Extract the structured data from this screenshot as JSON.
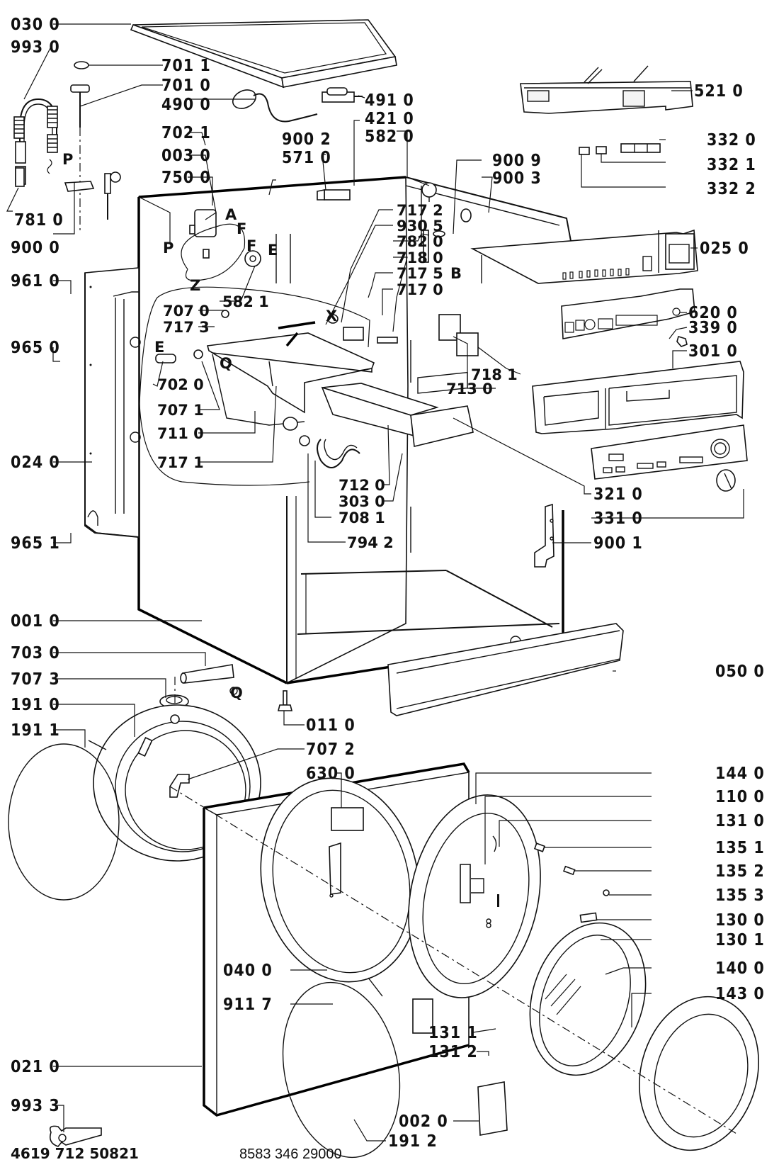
{
  "diagram": {
    "title": "Washing machine exploded parts diagram",
    "labels": {
      "l0300": "030 0",
      "l9930": "993 0",
      "l7011": "701 1",
      "l7010": "701 0",
      "l4900": "490 0",
      "l4910": "491 0",
      "l4210": "421 0",
      "l5820": "582 0",
      "l5210": "521 0",
      "l7021": "702 1",
      "l0030": "003 0",
      "l7500": "750 0",
      "l9002": "900 2",
      "l5710": "571 0",
      "l9009": "900 9",
      "l9003": "900 3",
      "l3320": "332 0",
      "l3321": "332 1",
      "l3322": "332 2",
      "l7810": "781 0",
      "l9000": "900 0",
      "l7172": "717 2",
      "l9305": "930 5",
      "l7820": "782 0",
      "l7180": "718 0",
      "l7175": "717 5",
      "l7170": "717 0",
      "l0250": "025 0",
      "l9610": "961 0",
      "l5821": "582 1",
      "l7070": "707 0",
      "l7173": "717 3",
      "l6200": "620 0",
      "l3390": "339 0",
      "l3010": "301 0",
      "l9650": "965 0",
      "l7020": "702 0",
      "l7071": "707 1",
      "l7110": "711 0",
      "l7181": "718 1",
      "l7130": "713 0",
      "l7171": "717 1",
      "l0240": "024 0",
      "l7120": "712 0",
      "l3030": "303 0",
      "l7081": "708 1",
      "l7942": "794 2",
      "l3210": "321 0",
      "l3310": "331 0",
      "l9001": "900 1",
      "l9651": "965 1",
      "l0010": "001 0",
      "l7030": "703 0",
      "l7073": "707 3",
      "l0500": "050 0",
      "l1910": "191 0",
      "l1911": "191 1",
      "l0110": "011 0",
      "l7072": "707 2",
      "l6300": "630 0",
      "l1440": "144 0",
      "l1100": "110 0",
      "l1310": "131 0",
      "l1351": "135 1",
      "l1352": "135 2",
      "l1353": "135 3",
      "l1300": "130 0",
      "l1301": "130 1",
      "l0400": "040 0",
      "l9117": "911 7",
      "l1311": "131 1",
      "l1312": "131 2",
      "l1400": "140 0",
      "l1430": "143 0",
      "l0210": "021 0",
      "l9933": "993 3",
      "l0020": "002 0",
      "l1912": "191 2"
    },
    "letters": {
      "P": "P",
      "A": "A",
      "F": "F",
      "E": "E",
      "Z": "Z",
      "X": "X",
      "B": "B",
      "Q": "Q"
    },
    "footer": {
      "code_left": "4619 712 50821",
      "code_right": "8583 346 29000"
    }
  }
}
